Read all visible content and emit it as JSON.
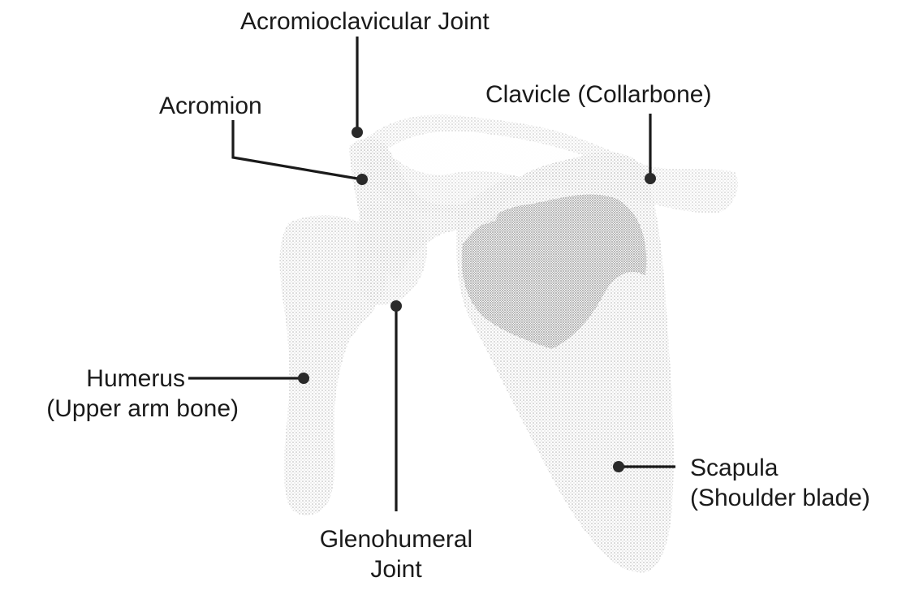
{
  "labels": {
    "acromioclavicular": "Acromioclavicular Joint",
    "acromion": "Acromion",
    "clavicle": "Clavicle (Collarbone)",
    "humerus_line1": "Humerus",
    "humerus_line2": "(Upper arm bone)",
    "scapula_line1": "Scapula",
    "scapula_line2": "(Shoulder blade)",
    "glenohumeral_line1": "Glenohumeral",
    "glenohumeral_line2": "Joint"
  },
  "colors": {
    "bone_light": "#e3e3e3",
    "bone_mid": "#d2d2d2",
    "bone_dark": "#bdbdbd",
    "line": "#1a1a1a"
  }
}
